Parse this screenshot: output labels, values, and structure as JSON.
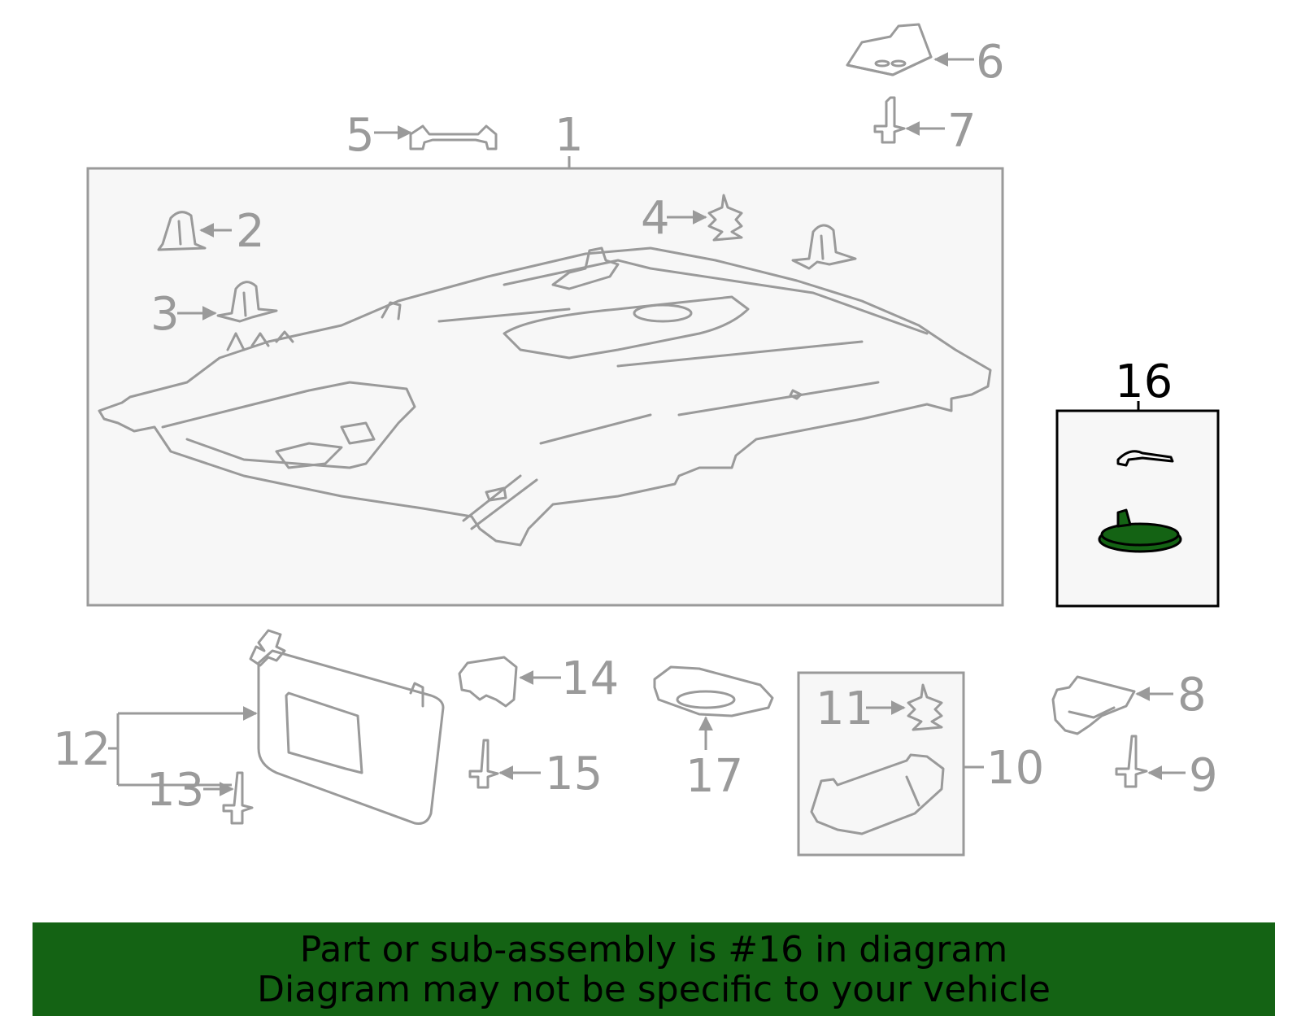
{
  "callouts": {
    "c1": "1",
    "c2": "2",
    "c3": "3",
    "c4": "4",
    "c5": "5",
    "c6": "6",
    "c7": "7",
    "c8": "8",
    "c9": "9",
    "c10": "10",
    "c11": "11",
    "c12": "12",
    "c13": "13",
    "c14": "14",
    "c15": "15",
    "c16": "16",
    "c17": "17"
  },
  "highlight": {
    "part_number": "16",
    "color": "#146314"
  },
  "banner": {
    "line1": "Part or sub-assembly is #16 in diagram",
    "line2": "Diagram may not be specific to your vehicle"
  }
}
